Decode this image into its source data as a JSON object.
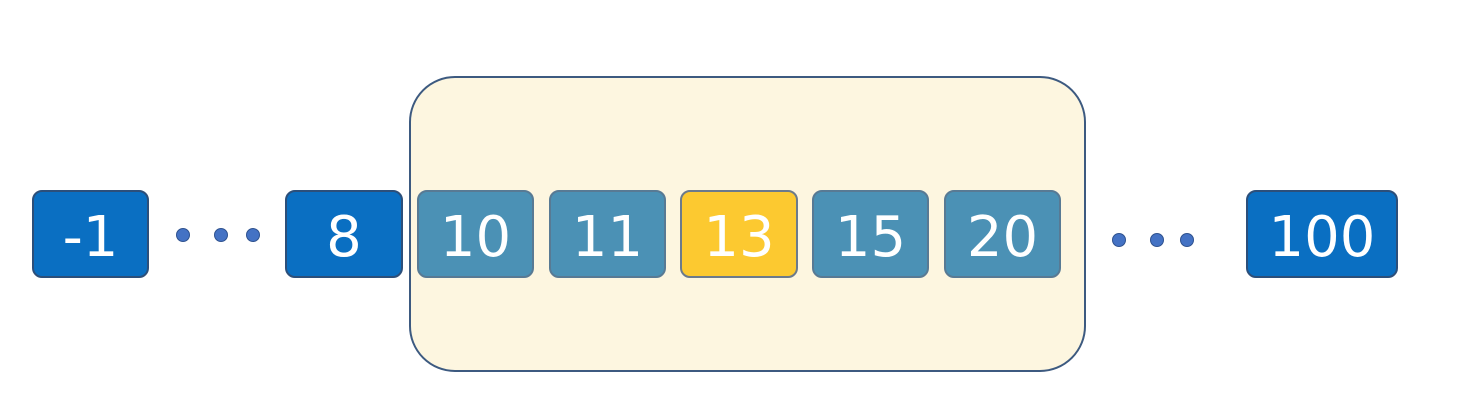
{
  "diagram": {
    "cells_left": [
      {
        "label": "-1",
        "role": "outer"
      },
      {
        "label": "8",
        "role": "outer"
      }
    ],
    "cells_window": [
      {
        "label": "10",
        "role": "inner"
      },
      {
        "label": "11",
        "role": "inner"
      },
      {
        "label": "13",
        "role": "target"
      },
      {
        "label": "15",
        "role": "inner"
      },
      {
        "label": "20",
        "role": "inner"
      }
    ],
    "cells_right": [
      {
        "label": "100",
        "role": "outer"
      }
    ],
    "ellipsis_count": 2
  },
  "colors": {
    "outer_cell": "#0a6fc2",
    "inner_cell": "#4b91b5",
    "target_cell": "#fcc930",
    "window_fill": "#fdf6e0",
    "window_border": "#3d5a80",
    "dot": "#4472c4"
  }
}
